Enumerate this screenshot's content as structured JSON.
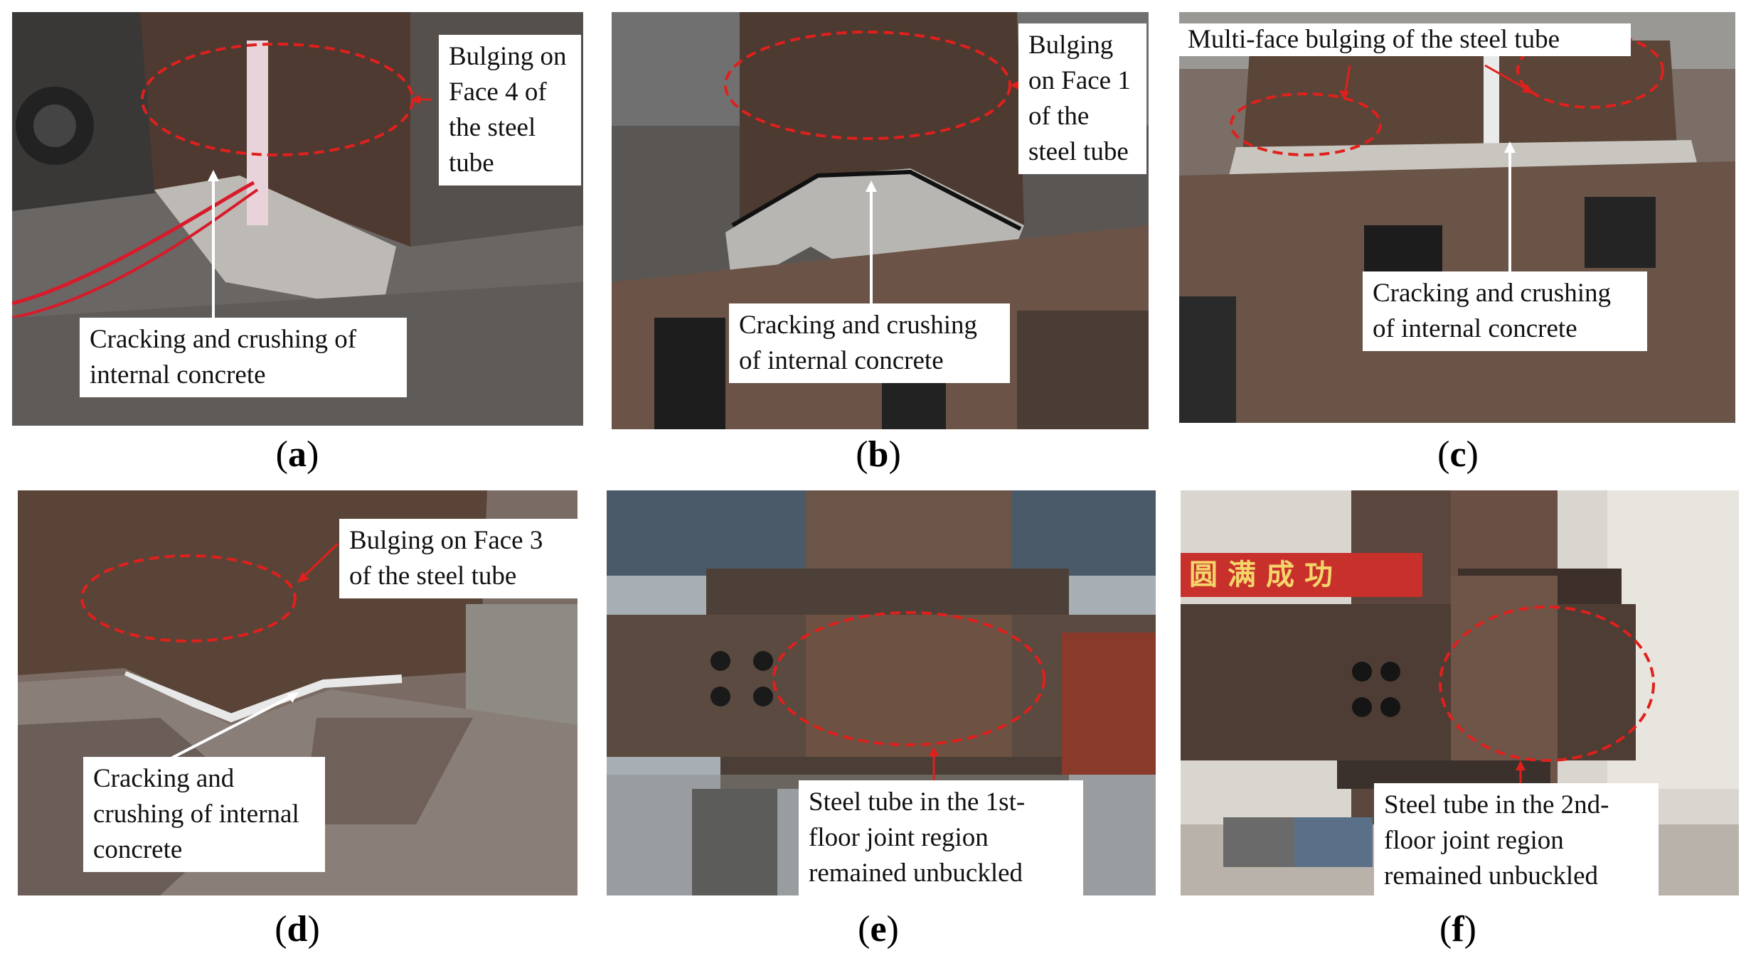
{
  "panels": [
    {
      "id": "a",
      "caption_open": "(",
      "caption_letter": "a",
      "caption_close": ")",
      "callouts": [
        "Bulging on Face 4 of the steel tube",
        "Cracking and crushing of internal concrete"
      ]
    },
    {
      "id": "b",
      "caption_open": "(",
      "caption_letter": "b",
      "caption_close": ")",
      "callouts": [
        "Bulging on Face 1 of the steel tube",
        "Cracking and crushing of internal concrete"
      ]
    },
    {
      "id": "c",
      "caption_open": "(",
      "caption_letter": "c",
      "caption_close": ")",
      "callouts": [
        "Multi-face bulging of the steel tube",
        "Cracking and crushing of internal concrete"
      ]
    },
    {
      "id": "d",
      "caption_open": "(",
      "caption_letter": "d",
      "caption_close": ")",
      "callouts": [
        "Bulging on Face 3 of the steel tube",
        "Cracking and crushing of internal concrete"
      ]
    },
    {
      "id": "e",
      "caption_open": "(",
      "caption_letter": "e",
      "caption_close": ")",
      "callouts": [
        "Steel tube in the 1st-floor joint region remained unbuckled"
      ]
    },
    {
      "id": "f",
      "caption_open": "(",
      "caption_letter": "f",
      "caption_close": ")",
      "callouts": [
        "Steel tube in the 2nd-floor joint region remained unbuckled"
      ]
    }
  ],
  "banner_text": "圆满成功",
  "colors": {
    "annotation_red": "#e0201c",
    "steel": "#5a4a40",
    "concrete": "#cfcfcf"
  }
}
